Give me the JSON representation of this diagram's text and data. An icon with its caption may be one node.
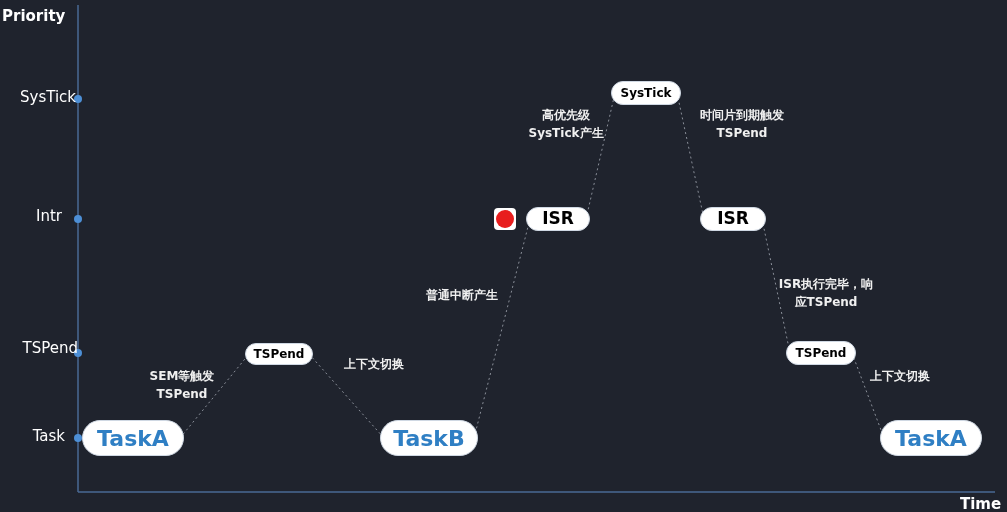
{
  "diagram": {
    "nodes": [
      {
        "text": [
          "TaskA"
        ]
      },
      {
        "text": [
          "TSPend"
        ]
      },
      {
        "text": [
          "TaskB"
        ]
      },
      {
        "text": [
          "ISR"
        ]
      },
      {
        "text": [
          "SysTick"
        ]
      },
      {
        "text": [
          "ISR"
        ]
      },
      {
        "text": [
          "TSPend"
        ]
      },
      {
        "text": [
          "TaskA"
        ]
      }
    ],
    "edges": [
      {
        "from": 0,
        "to": 1,
        "arrow": "none",
        "style": "dashed",
        "label": "SEM等触发TSPend"
      },
      {
        "from": 1,
        "to": 2,
        "arrow": "none",
        "style": "dashed",
        "label": "上下文切换"
      },
      {
        "from": 2,
        "to": 3,
        "arrow": "none",
        "style": "dashed",
        "label": "普通中断产生"
      },
      {
        "from": 3,
        "to": 4,
        "arrow": "none",
        "style": "dashed",
        "label": "高优先级SysTick产生"
      },
      {
        "from": 4,
        "to": 5,
        "arrow": "none",
        "style": "dashed",
        "label": "时间片到期触发TSPend"
      },
      {
        "from": 5,
        "to": 6,
        "arrow": "none",
        "style": "dashed",
        "label": "ISR执行完毕，响应TSPend"
      },
      {
        "from": 6,
        "to": 7,
        "arrow": "none",
        "style": "dashed",
        "label": "上下文切换"
      }
    ],
    "labels": [
      "Priority",
      "SysTick",
      "Intr",
      "TSPend",
      "Task",
      "Time"
    ]
  }
}
